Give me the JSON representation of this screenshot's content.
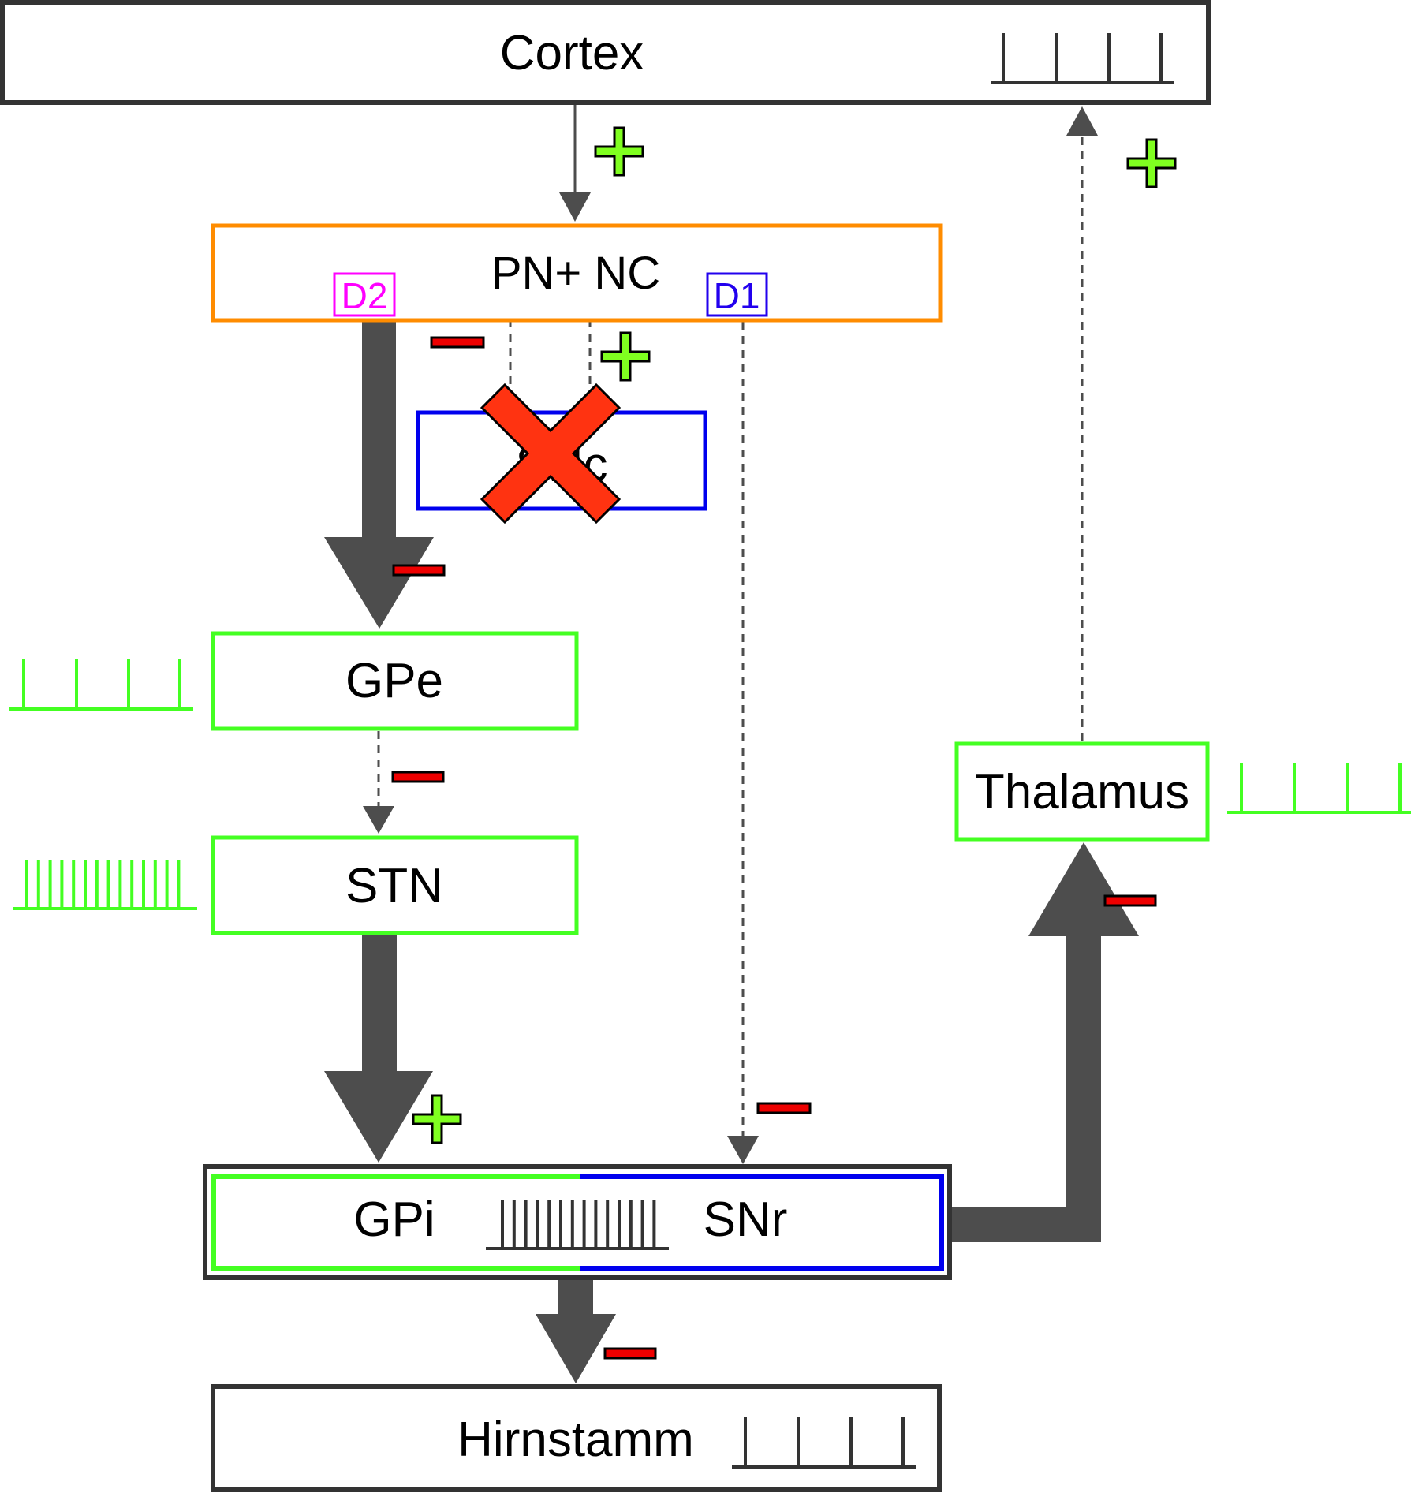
{
  "regions": {
    "cortex": "Cortex",
    "striatum": "PN+ NC",
    "d2": "D2",
    "d1": "D1",
    "snc": "SNc",
    "gpe": "GPe",
    "stn": "STN",
    "gpi": "GPi",
    "snr": "SNr",
    "thalamus": "Thalamus",
    "brainstem": "Hirnstamm"
  },
  "colors": {
    "excitatory": "#80ff20",
    "inhibitory": "#ee0000",
    "pathway": "#4d4d4d",
    "striatum_border": "#ff8c00",
    "d2_color": "#ff00ff",
    "d1_color": "#2200ee",
    "dopamine_border": "#0000ee",
    "green_border": "#44ff22",
    "lesion": "#ff3311"
  },
  "icons": {
    "lesion": "x-lesion-icon",
    "excitatory": "plus-icon",
    "inhibitory": "minus-icon",
    "spike_train": "spike-train-icon"
  }
}
